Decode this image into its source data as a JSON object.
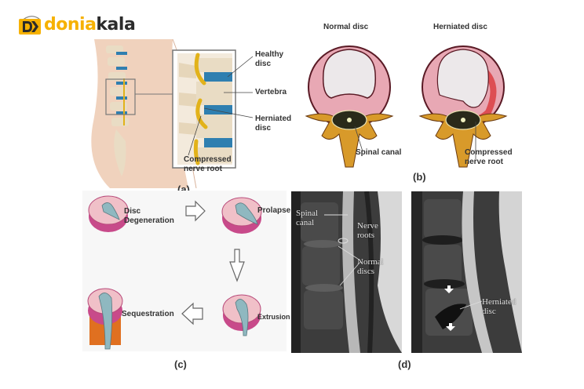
{
  "logo": {
    "part1": "donia",
    "part2": "kala",
    "mark": "DK"
  },
  "panel_a": {
    "caption": "(a)",
    "labels": {
      "healthy_disc": "Healthy\ndisc",
      "vertebra": "Vertebra",
      "herniated_disc": "Herniated\ndisc",
      "compressed_nerve_root": "Compressed\nnerve root"
    }
  },
  "panel_b": {
    "caption": "(b)",
    "normal_title": "Normal disc",
    "herniated_title": "Herniated disc",
    "spinal_canal": "Spinal canal",
    "compressed_nerve_root": "Compressed\nnerve root"
  },
  "panel_c": {
    "caption": "(c)",
    "stages": [
      {
        "label": "Disc\nDegeneration"
      },
      {
        "label": "Prolapse"
      },
      {
        "label": "Extrusion"
      },
      {
        "label": "Sequestration"
      }
    ]
  },
  "panel_d": {
    "caption": "(d)",
    "left": {
      "spinal_canal": "Spinal\ncanal",
      "nerve_roots": "Nerve\nroots",
      "normal_discs": "Normal\ndiscs"
    },
    "right": {
      "herniated_disc": "Herniated\ndisc"
    }
  },
  "colors": {
    "logo_yellow": "#f6b100",
    "logo_dark": "#2b2b2b",
    "disc_blue": "#2f7fb0",
    "disc_pink": "#e8a8b4",
    "nerve_yellow": "#e2b21a",
    "bone": "#e9dcc4",
    "skin": "#f0d2bd"
  }
}
